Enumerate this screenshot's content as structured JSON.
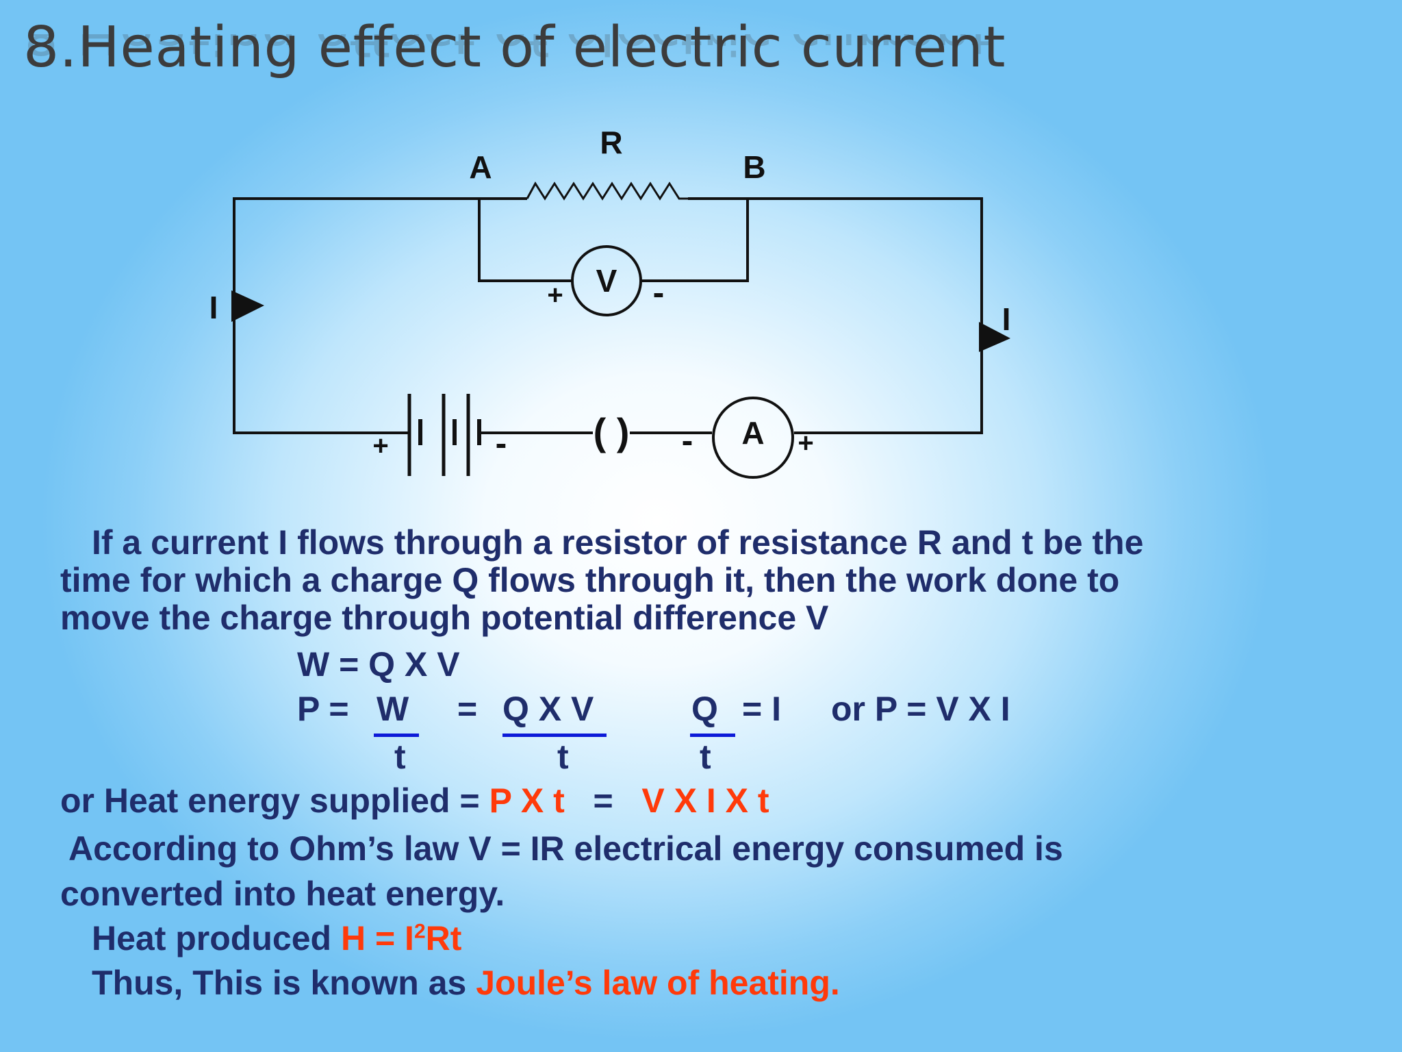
{
  "title": "8.Heating effect of electric current",
  "circuit": {
    "resistor_label": "R",
    "node_a": "A",
    "node_b": "B",
    "current_left": "I",
    "current_right": "I",
    "voltmeter": "V",
    "voltmeter_plus": "+",
    "voltmeter_minus": "-",
    "ammeter": "A",
    "ammeter_minus": "-",
    "ammeter_plus": "+",
    "battery_plus": "+",
    "battery_minus": "-",
    "key": "( )"
  },
  "text": {
    "para1_line1": "If a current  I  flows through a resistor of resistance  R  and  t  be the",
    "para1_line2": "time for which a charge  Q  flows through it, then the work done to",
    "para1_line3": "move the charge through potential difference V",
    "eq_w": "W = Q X V",
    "eq_p_lhs": "P  =",
    "eq_p_w": "W",
    "eq_p_eq": "=",
    "eq_p_qxv": "Q X V",
    "eq_p_q": "Q",
    "eq_p_i": "= I",
    "eq_p_or": "or  P = V X I",
    "den_t1": "t",
    "den_t2": "t",
    "den_t3": "t",
    "heat_prefix": "or Heat energy supplied = ",
    "heat_pxt": "P X t",
    "heat_eq": "=",
    "heat_vixt": "V X I X t",
    "ohm_line1": "According to Ohm’s law  V = IR electrical energy consumed is",
    "ohm_line2": "converted into heat energy.",
    "heat_produced": "Heat produced  ",
    "formula_h": "H = I",
    "formula_sup": "2",
    "formula_rt": "Rt",
    "thus": "Thus, This is known as ",
    "joule": "Joule’s law of heating."
  }
}
